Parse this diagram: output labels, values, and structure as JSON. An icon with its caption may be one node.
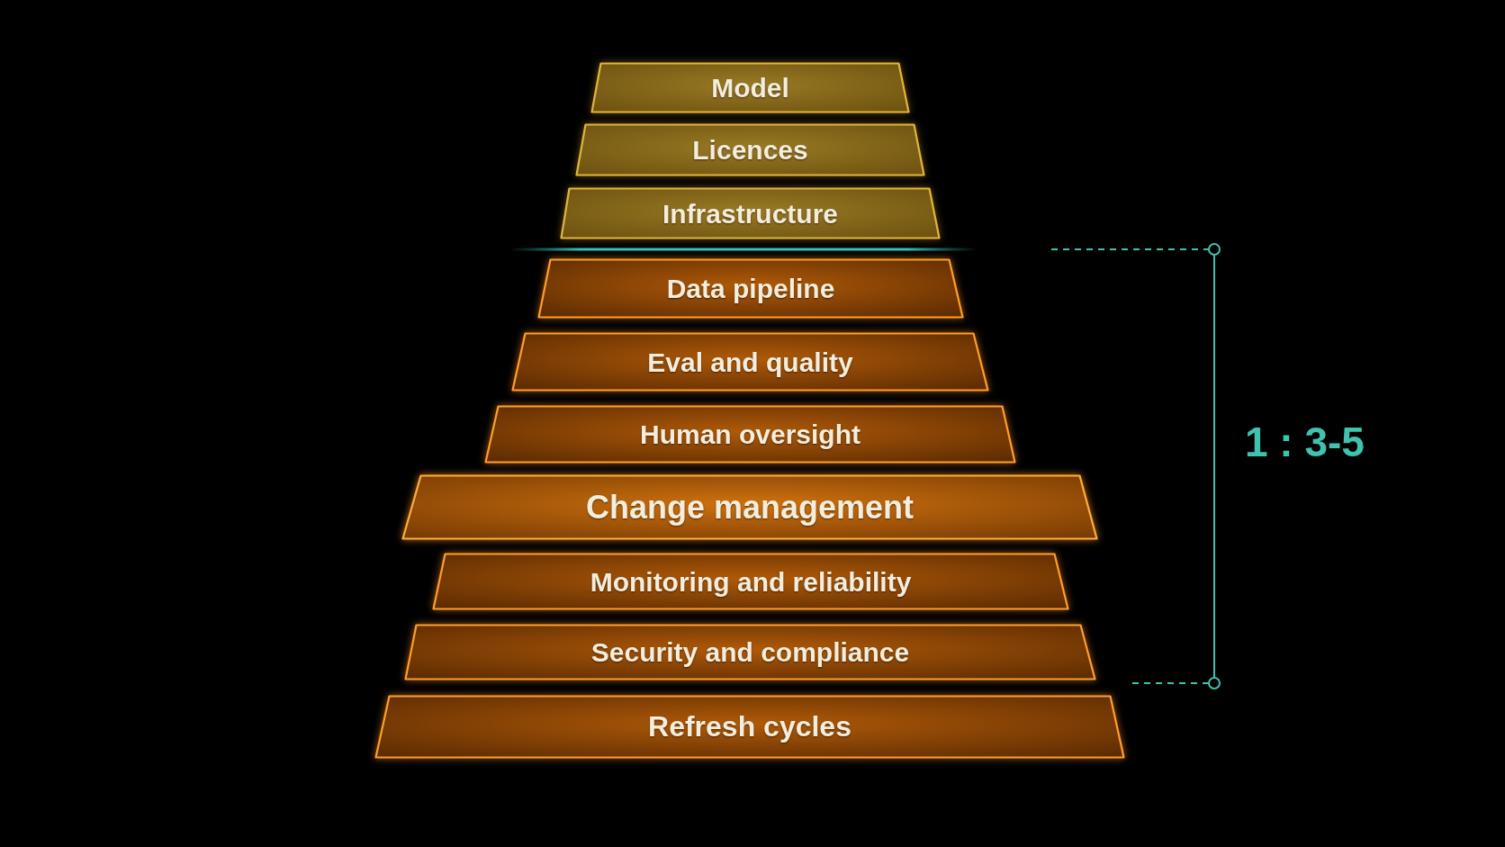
{
  "diagram": {
    "nodes": [
      {
        "text": [
          "Model"
        ]
      },
      {
        "text": [
          "Licences"
        ]
      },
      {
        "text": [
          "Infrastructure"
        ]
      },
      {
        "text": [
          "Data pipeline"
        ]
      },
      {
        "text": [
          "Eval and quality"
        ]
      },
      {
        "text": [
          "Human oversight"
        ]
      },
      {
        "text": [
          "Change management"
        ]
      },
      {
        "text": [
          "Monitoring and reliability"
        ]
      },
      {
        "text": [
          "Security and compliance"
        ]
      },
      {
        "text": [
          "Refresh cycles"
        ]
      }
    ],
    "labels": [
      "1 : 3-5"
    ]
  }
}
